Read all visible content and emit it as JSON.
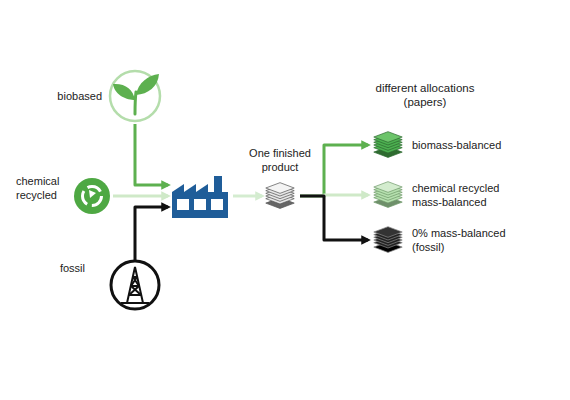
{
  "diagram": {
    "nodes": [
      {
        "text": [
          "biobased"
        ]
      },
      {
        "text": [
          "chemical recycled"
        ]
      },
      {
        "text": [
          "fossil"
        ]
      },
      {
        "text": []
      },
      {
        "text": [
          "One finished product"
        ]
      },
      {
        "text": [
          "biomass-balanced"
        ]
      },
      {
        "text": [
          "chemical recycled mass-balanced"
        ]
      },
      {
        "text": [
          "0% mass-balanced (fossil)"
        ]
      }
    ],
    "edges": [
      {
        "from": 0,
        "to": 3,
        "arrow": "to"
      },
      {
        "from": 1,
        "to": 3,
        "arrow": "to"
      },
      {
        "from": 2,
        "to": 3,
        "arrow": "to"
      },
      {
        "from": 3,
        "to": 4,
        "arrow": "to"
      },
      {
        "from": 4,
        "to": 5,
        "arrow": "to"
      },
      {
        "from": 4,
        "to": 6,
        "arrow": "to"
      },
      {
        "from": 4,
        "to": 7,
        "arrow": "to"
      }
    ],
    "labels": [
      "different allocations (papers)"
    ]
  }
}
